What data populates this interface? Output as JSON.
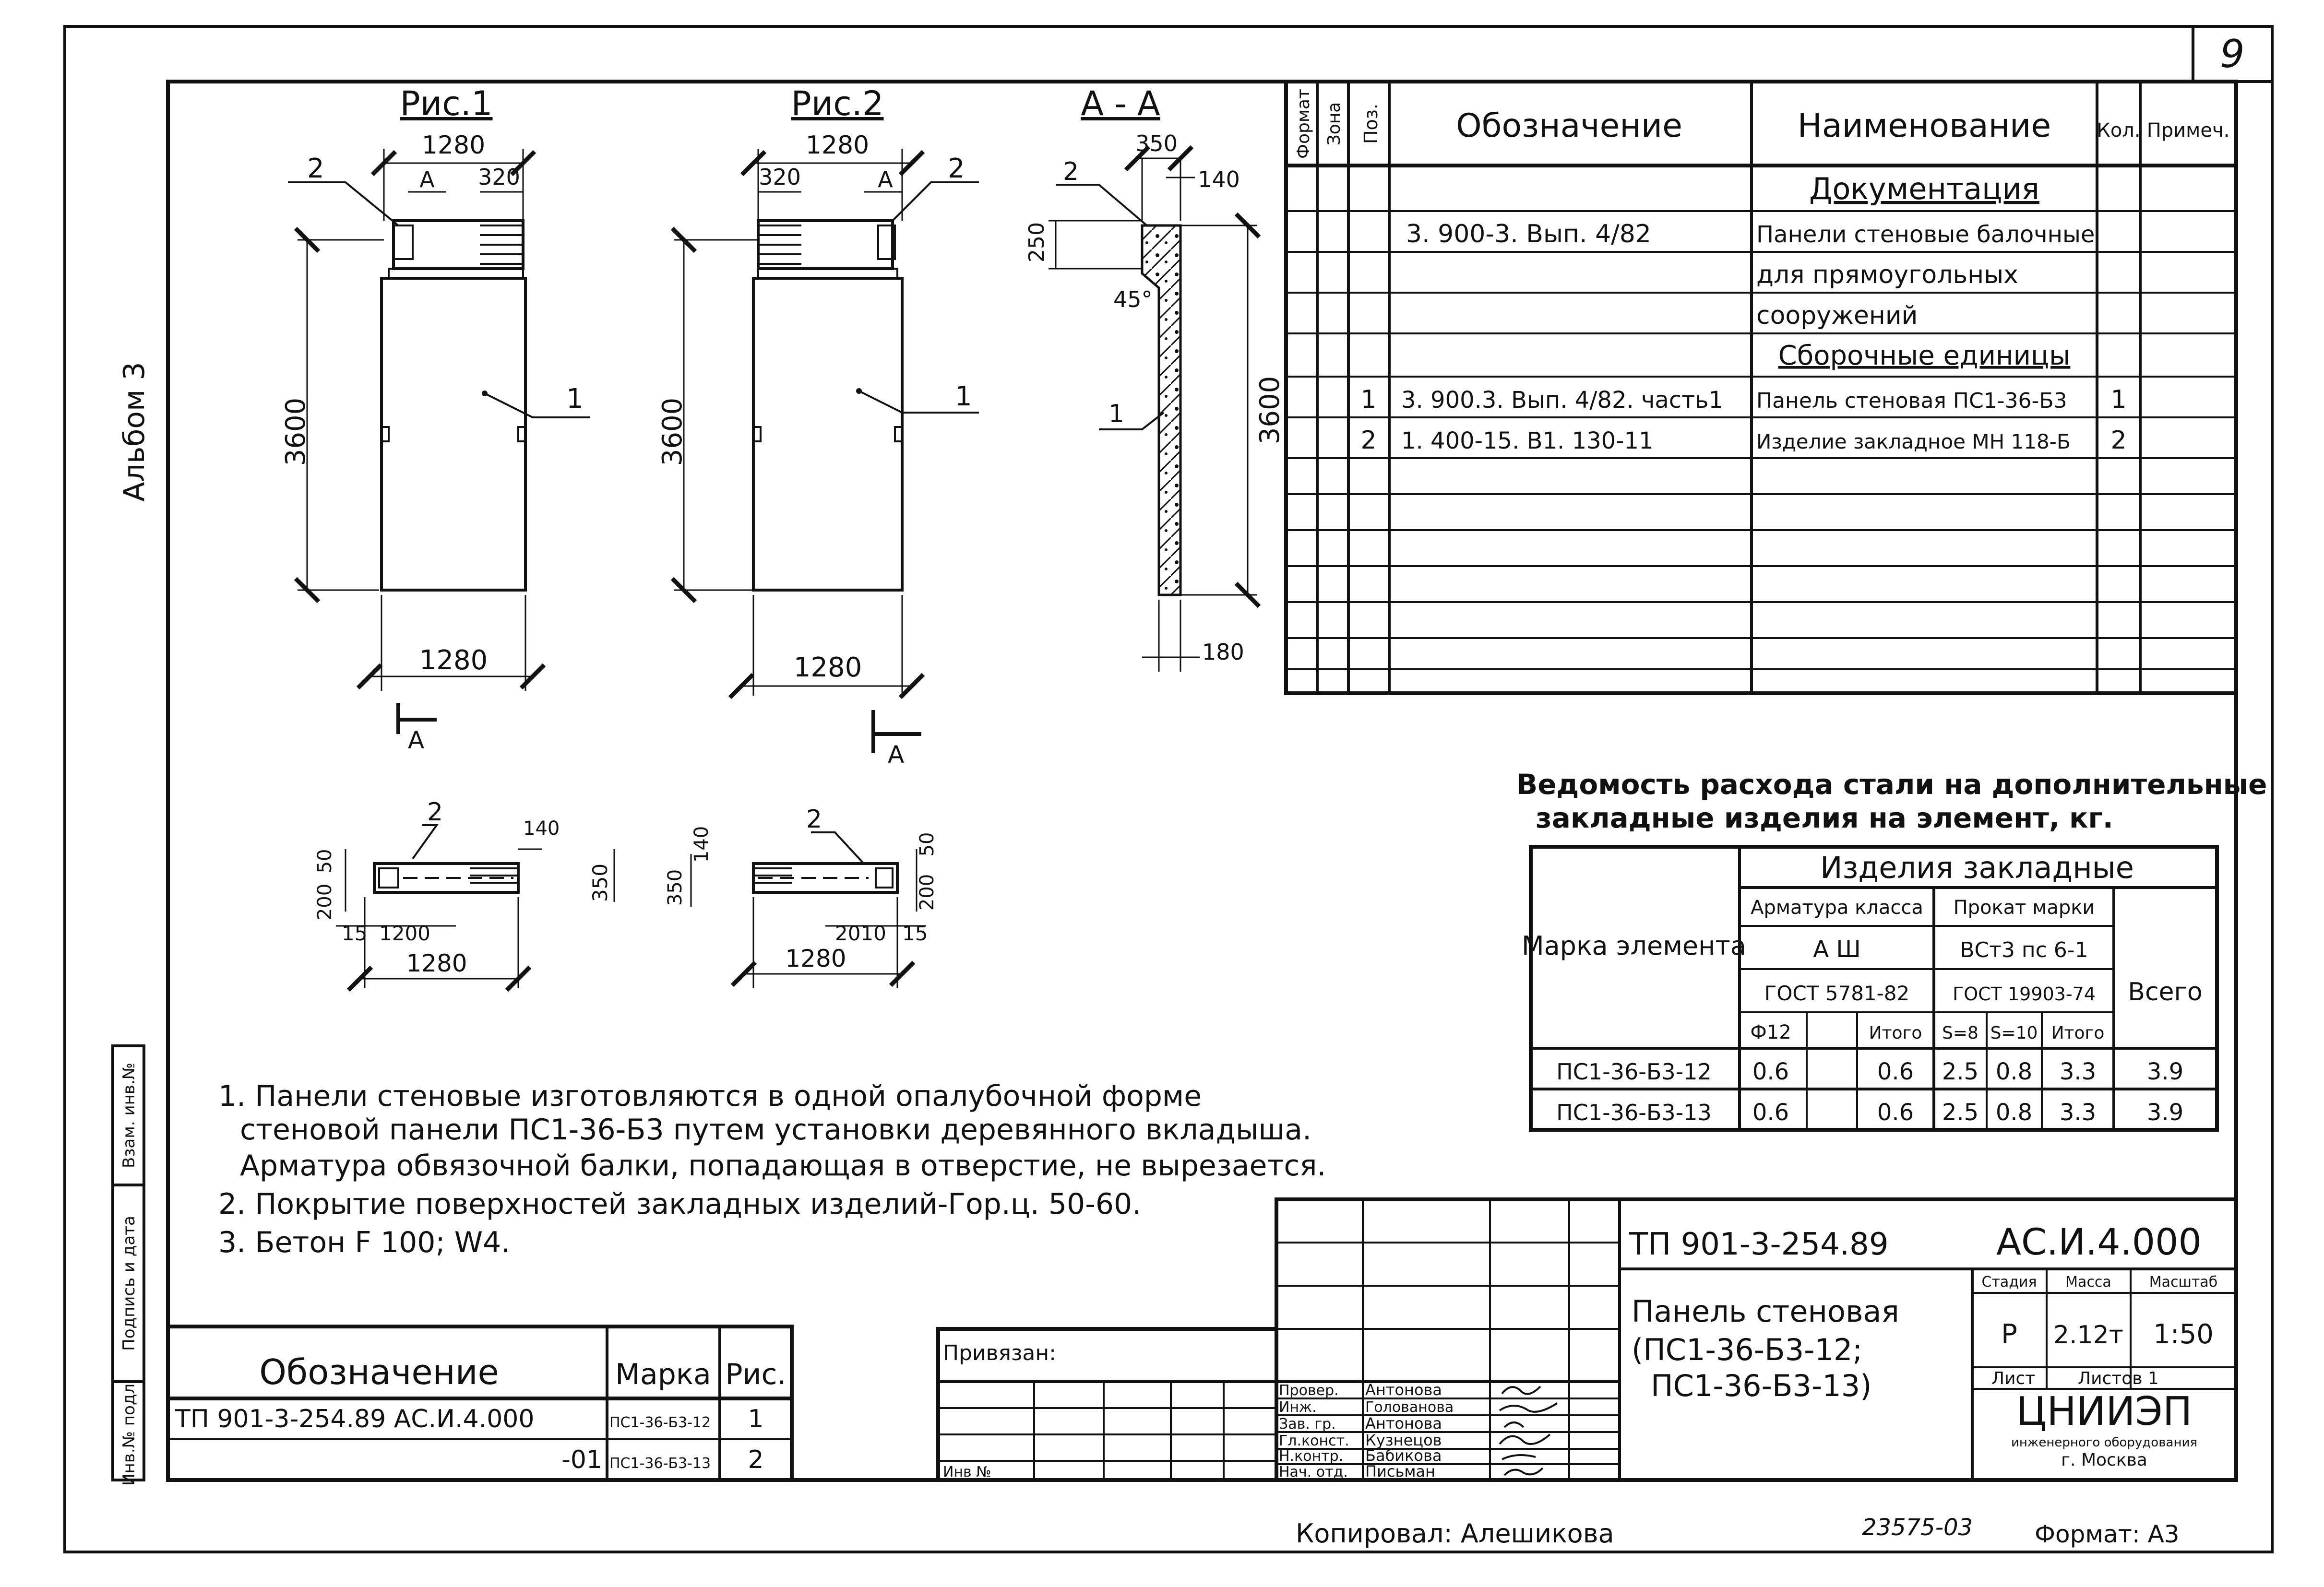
{
  "sheet": {
    "sheet_no": "9",
    "album": "Альбом 3"
  },
  "figures": {
    "fig1": {
      "title": "Рис.1",
      "w_top": "1280",
      "w_bottom": "1280",
      "slot_w": "320",
      "section": "А",
      "height": "3600",
      "callout_2": "2",
      "callout_1": "1",
      "section_mark": "А"
    },
    "fig2": {
      "title": "Рис.2",
      "w_top": "1280",
      "w_bottom": "1280",
      "slot_w": "320",
      "section": "А",
      "height": "3600",
      "callout_2": "2",
      "callout_1": "1",
      "section_mark": "А"
    },
    "figA": {
      "title": "А - А",
      "w_top": "350",
      "dim_140": "140",
      "dim_250": "250",
      "angle": "45°",
      "height": "3600",
      "bottom": "180",
      "callout_2": "2",
      "callout_1": "1"
    },
    "plan1": {
      "callout_2": "2",
      "d50": "50",
      "d200": "200",
      "d140": "140",
      "d350": "350",
      "d15": "15",
      "d1200": "1200",
      "d1280": "1280"
    },
    "plan2": {
      "callout_2": "2",
      "d140": "140",
      "d350": "350",
      "d50": "50",
      "d200": "200",
      "d2010": "2010",
      "d15": "15",
      "d1280": "1280"
    }
  },
  "spec": {
    "headers": {
      "format": "Формат",
      "zone": "Зона",
      "pos": "Поз.",
      "designation": "Обозначение",
      "name": "Наименование",
      "qty": "Кол.",
      "note": "Примеч."
    },
    "rows": [
      {
        "pos": "",
        "designation": "",
        "name": "Документация",
        "qty": ""
      },
      {
        "pos": "",
        "designation": "3. 900-3. Вып. 4/82",
        "name": "Панели стеновые балочные",
        "qty": ""
      },
      {
        "pos": "",
        "designation": "",
        "name": "для прямоугольных",
        "qty": ""
      },
      {
        "pos": "",
        "designation": "",
        "name": "сооружений",
        "qty": ""
      },
      {
        "pos": "",
        "designation": "",
        "name": "Сборочные единицы",
        "qty": ""
      },
      {
        "pos": "1",
        "designation": "3. 900.3. Вып. 4/82. часть1",
        "name": "Панель стеновая ПС1-36-Б3",
        "qty": "1"
      },
      {
        "pos": "2",
        "designation": "1. 400-15. В1. 130-11",
        "name": "Изделие закладное  МН 118-Б",
        "qty": "2"
      }
    ]
  },
  "steel": {
    "title_line1": "Ведомость расхода стали на дополнительные",
    "title_line2": "закладные изделия на элемент, кг.",
    "h_items": "Изделия закладные",
    "h_mark": "Марка элемента",
    "h_rebar": "Арматура класса",
    "h_rebar_class": "А Ш",
    "h_rebar_gost": "ГОСТ 5781-82",
    "h_rolled": "Прокат марки",
    "h_rolled_mark": "ВСт3 пс 6-1",
    "h_rolled_gost": "ГОСТ 19903-74",
    "h_total": "Всего",
    "h_d12": "Ф12",
    "h_itogo1": "Итого",
    "h_s8": "S=8",
    "h_s10": "S=10",
    "h_itogo2": "Итого",
    "rows": [
      {
        "mark": "ПС1-36-Б3-12",
        "d12": "0.6",
        "it1": "0.6",
        "s8": "2.5",
        "s10": "0.8",
        "it2": "3.3",
        "total": "3.9"
      },
      {
        "mark": "ПС1-36-Б3-13",
        "d12": "0.6",
        "it1": "0.6",
        "s8": "2.5",
        "s10": "0.8",
        "it2": "3.3",
        "total": "3.9"
      }
    ]
  },
  "notes": [
    "1. Панели стеновые  изготовляются  в  одной  опалубочной  форме",
    "стеновой панели ПС1-36-Б3 путем установки  деревянного вкладыша.",
    "Арматура обвязочной балки, попадающая в отверстие, не вырезается.",
    "2. Покрытие поверхностей закладных изделий-Гор.ц. 50-60.",
    "3. Бетон  F 100;  W4."
  ],
  "variants": {
    "h_designation": "Обозначение",
    "h_mark": "Марка",
    "h_fig": "Рис.",
    "rows": [
      {
        "designation": "ТП 901-3-254.89   АС.И.4.000",
        "mark": "ПС1-36-Б3-12",
        "fig": "1"
      },
      {
        "designation": "-01",
        "mark": "ПС1-36-Б3-13",
        "fig": "2"
      }
    ]
  },
  "stamp": {
    "bound": "Привязан:",
    "inv": "Инв №",
    "code_project": "ТП 901-3-254.89",
    "code_doc": "АС.И.4.000",
    "title_l1": "Панель стеновая",
    "title_l2": "(ПС1-36-Б3-12;",
    "title_l3": "ПС1-36-Б3-13)",
    "h_stage": "Стадия",
    "h_mass": "Масса",
    "h_scale": "Масштаб",
    "stage": "Р",
    "mass": "2.12т",
    "scale": "1:50",
    "h_sheet": "Лист",
    "h_sheets": "Листов 1",
    "org": "ЦНИИЭП",
    "org_sub1": "инженерного оборудования",
    "org_sub2": "г. Москва",
    "people": [
      {
        "role": "Провер.",
        "name": "Антонова"
      },
      {
        "role": "Инж.",
        "name": "Голованова"
      },
      {
        "role": "Зав. гр.",
        "name": "Антонова"
      },
      {
        "role": "Гл.конст.",
        "name": "Кузнецов"
      },
      {
        "role": "Н.контр.",
        "name": "Бабикова"
      },
      {
        "role": "Нач. отд.",
        "name": "Письман"
      }
    ]
  },
  "margin": {
    "inv_orig": "Инв.№ подл.",
    "sign_date": "Подпись и дата",
    "replace_inv": "Взам. инв.№"
  },
  "footer": {
    "copied": "Копировал: Алешикова",
    "number": "23575-03",
    "format": "Формат: А3"
  }
}
